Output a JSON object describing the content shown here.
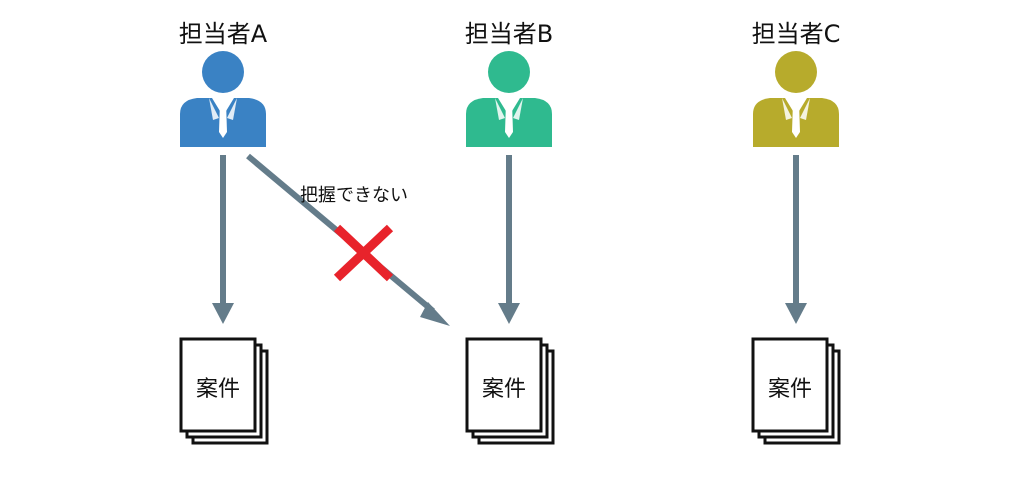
{
  "persons": [
    {
      "name": "担当者A",
      "color": "#3a82c4"
    },
    {
      "name": "担当者B",
      "color": "#2fba8f"
    },
    {
      "name": "担当者C",
      "color": "#b7ab2c"
    }
  ],
  "documents": [
    {
      "label": "案件"
    },
    {
      "label": "案件"
    },
    {
      "label": "案件"
    }
  ],
  "note": "把握できない",
  "colors": {
    "arrow": "#647c8a",
    "cross": "#e8232b",
    "doc_stroke": "#111111"
  }
}
